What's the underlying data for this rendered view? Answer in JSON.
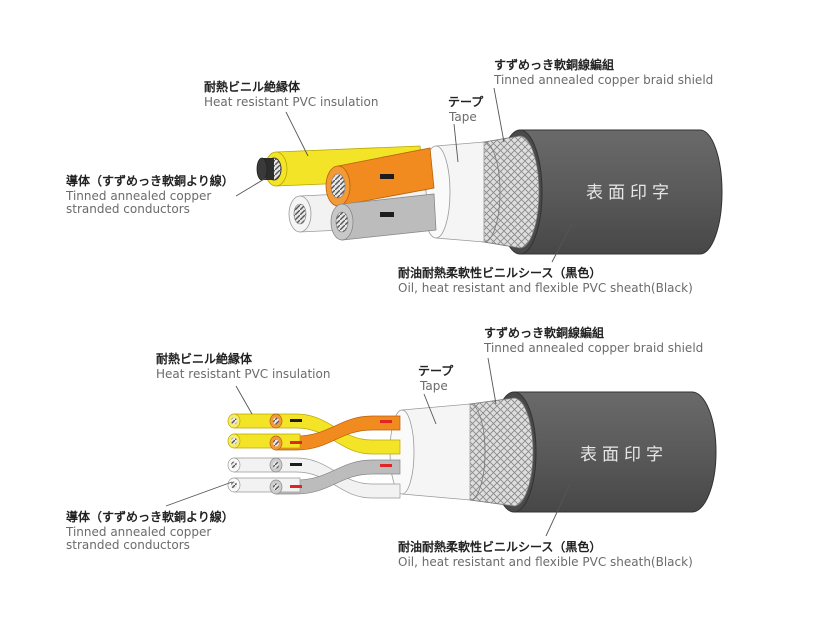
{
  "colors": {
    "sheath": "#5c5c5c",
    "sheath_dark": "#3f3f3f",
    "braid": "#d8d8d8",
    "tape": "#f4f4f4",
    "insulation_yellow": "#f3e428",
    "insulation_orange": "#f18a1f",
    "insulation_gray": "#bcbcbc",
    "insulation_white": "#f2f2f2",
    "mark_black": "#1c1c1c",
    "mark_red": "#e02525",
    "leader_line": "#555555"
  },
  "cable1": {
    "print_text": "表面印字",
    "labels": {
      "braid_jp": "すずめっき軟銅線編組",
      "braid_en": "Tinned annealed copper braid shield",
      "insulation_jp": "耐熱ビニル絶縁体",
      "insulation_en": "Heat resistant PVC insulation",
      "tape_jp": "テープ",
      "tape_en": "Tape",
      "conductor_jp": "導体（すずめっき軟銅より線）",
      "conductor_en_1": "Tinned annealed copper",
      "conductor_en_2": "stranded conductors",
      "sheath_jp": "耐油耐熱柔軟性ビニルシース（黒色）",
      "sheath_en": "Oil, heat resistant and flexible PVC sheath(Black)"
    }
  },
  "cable2": {
    "print_text": "表面印字",
    "labels": {
      "braid_jp": "すずめっき軟銅線編組",
      "braid_en": "Tinned annealed copper braid shield",
      "insulation_jp": "耐熱ビニル絶縁体",
      "insulation_en": "Heat resistant PVC insulation",
      "tape_jp": "テープ",
      "tape_en": "Tape",
      "conductor_jp": "導体（すずめっき軟銅より線）",
      "conductor_en_1": "Tinned annealed copper",
      "conductor_en_2": "stranded conductors",
      "sheath_jp": "耐油耐熱柔軟性ビニルシース（黒色）",
      "sheath_en": "Oil, heat resistant and flexible PVC sheath(Black)"
    }
  }
}
